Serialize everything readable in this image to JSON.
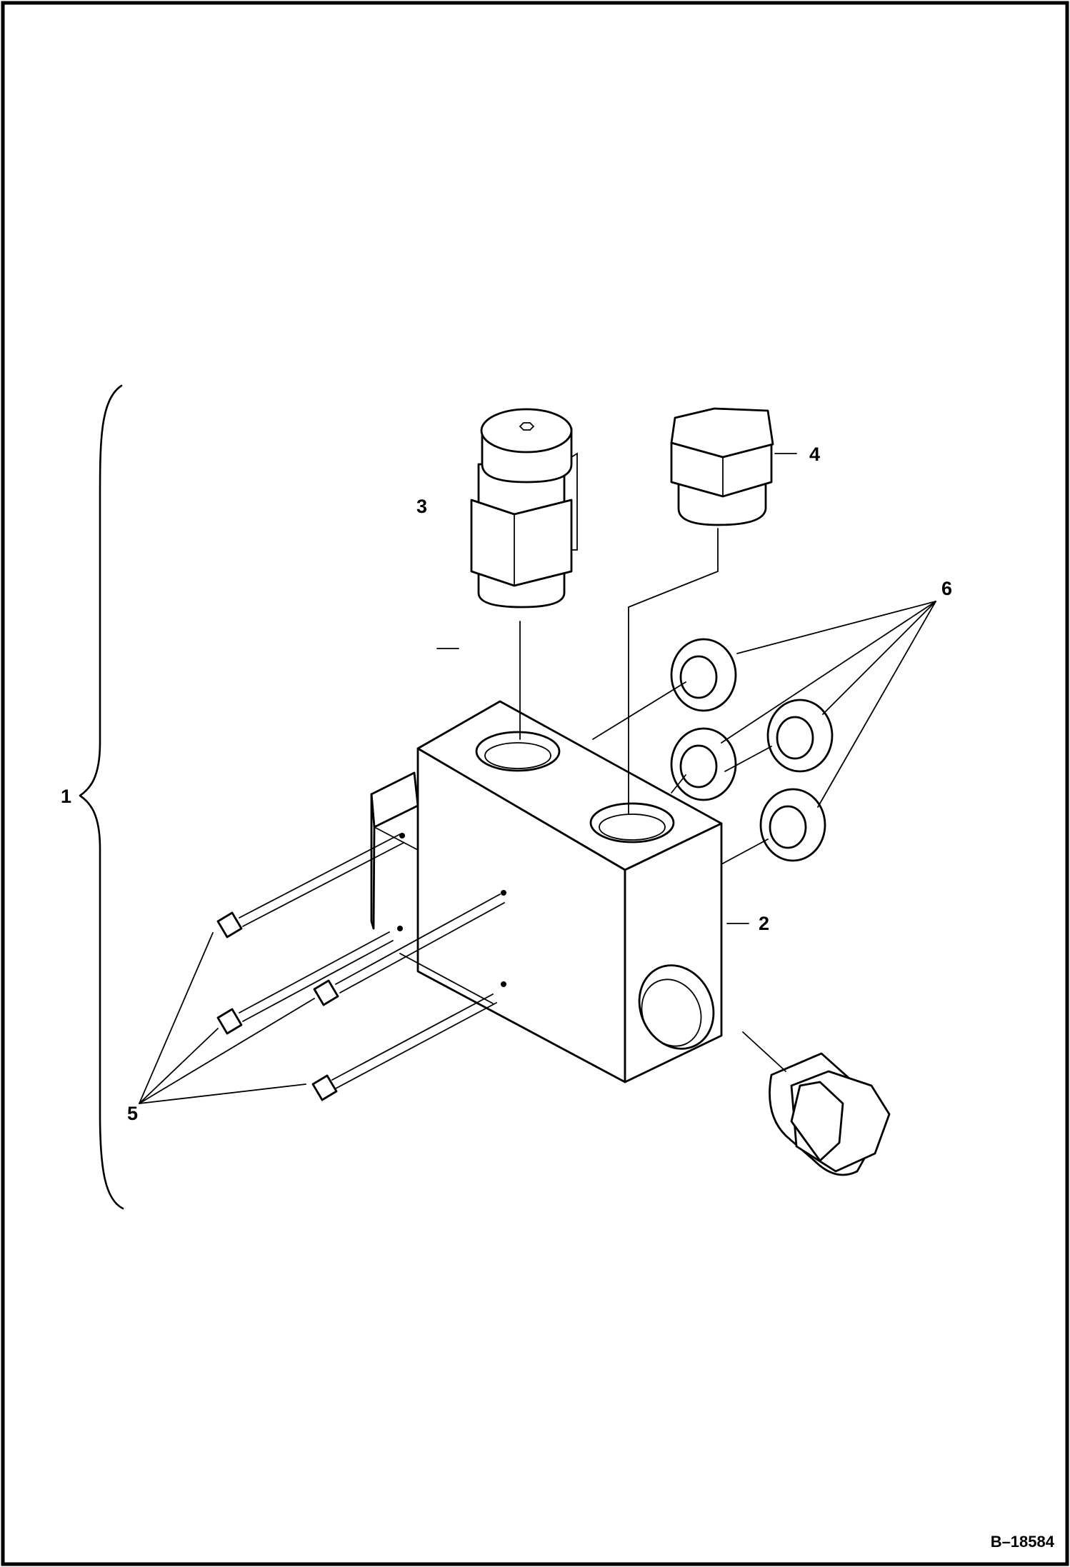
{
  "callouts": {
    "assembly": "1",
    "valve_body": "2",
    "relief_cartridge": "3",
    "plug_top": "4",
    "rods": "5",
    "o_rings": "6"
  },
  "reference_number": "B–18584"
}
